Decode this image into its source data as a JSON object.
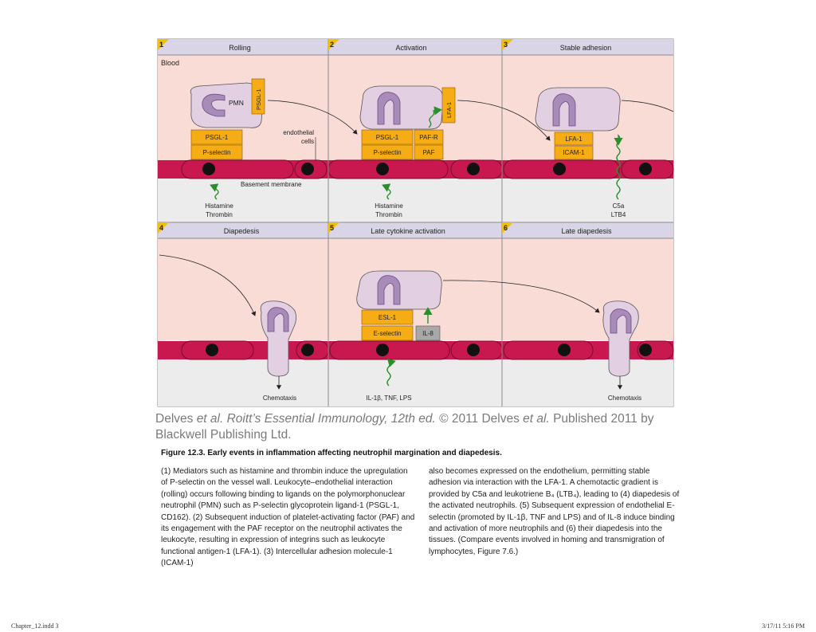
{
  "panels": [
    {
      "number": "1",
      "title": "Rolling"
    },
    {
      "number": "2",
      "title": "Activation"
    },
    {
      "number": "3",
      "title": "Stable adhesion"
    },
    {
      "number": "4",
      "title": "Diapedesis"
    },
    {
      "number": "5",
      "title": "Late cytokine activation"
    },
    {
      "number": "6",
      "title": "Late diapedesis"
    }
  ],
  "labels": {
    "blood": "Blood",
    "pmn": "PMN",
    "psgl1": "PSGL-1",
    "p_selectin": "P-selectin",
    "endothelial_1": "endothelial",
    "endothelial_2": "cells",
    "basement_membrane": "Basement membrane",
    "histamine": "Histamine",
    "thrombin": "Thrombin",
    "paf_r": "PAF-R",
    "paf": "PAF",
    "lfa1": "LFA-1",
    "icam1": "ICAM-1",
    "c5a": "C5a",
    "ltb4": "LTB4",
    "esl1": "ESL-1",
    "e_selectin": "E-selectin",
    "il8": "IL-8",
    "cytokines": "IL-1β, TNF, LPS",
    "chemotaxis": "Chemotaxis"
  },
  "credit": {
    "authors": "Delves ",
    "et_al": "et al. Roitt’s Essential Immunology, 12th ed.",
    "rest": " © 2011 Delves ",
    "et_al_2": "et al.",
    "rest_2": " Published 2011 by Blackwell Publishing Ltd."
  },
  "caption": {
    "title": "Figure 12.3. Early events in inflammation affecting neutrophil margination and diapedesis.",
    "left": "(1) Mediators such as histamine and thrombin induce the upregulation of P-selectin on the vessel wall. Leukocyte–endothelial interaction (rolling) occurs following binding to ligands on the polymorphonuclear neutrophil (PMN) such as P-selectin glycoprotein ligand-1 (PSGL-1, CD162). (2) Subsequent induction of platelet-activating factor (PAF) and its engagement with the PAF receptor on the neutrophil activates the leukocyte, resulting in expression of integrins such as leukocyte functional antigen-1 (LFA-1). (3) Intercellular adhesion molecule-1 (ICAM-1)",
    "right": "also becomes expressed on the endothelium, permitting stable adhesion via interaction with the LFA-1. A chemotactic gradient is provided by C5a and leukotriene B₄ (LTB₄), leading to (4) diapedesis of the activated neutrophils. (5) Subsequent expression of endothelial E-selectin (promoted by IL-1β, TNF and LPS) and of IL-8 induce binding and activation of more neutrophils and (6) their diapedesis into the tissues. (Compare events involved in homing and transmigration of lymphocytes, Figure 7.6.)"
  },
  "footer": {
    "left": "Chapter_12.indd 3",
    "right": "3/17/11 5:16 PM"
  },
  "colors": {
    "blood": "#f9dcd6",
    "tissue": "#ececec",
    "header": "#d9d5e6",
    "endothelium": "#c9174f",
    "molecule": "#f6ac14",
    "il8_box": "#a8a8a8",
    "cell": "#e2cfe2",
    "nucleus": "#a98bb9",
    "signal": "#2a8f2a",
    "badge": "#f2c00b"
  }
}
